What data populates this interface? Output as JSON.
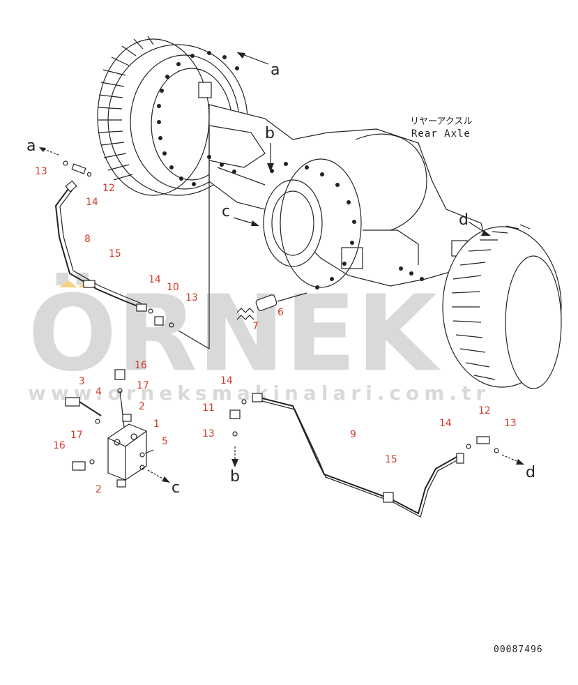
{
  "title_jp": "リヤーアクスル",
  "title_en": "Rear Axle",
  "watermark": {
    "brand": "ÖRNEK",
    "url": "www.orneksmakinalari.com.tr"
  },
  "drawing_number": "00087496",
  "letters": {
    "a": "a",
    "b": "b",
    "c": "c",
    "d": "d"
  },
  "callouts": {
    "n1": "1",
    "n2a": "2",
    "n2b": "2",
    "n3": "3",
    "n4": "4",
    "n5": "5",
    "n6": "6",
    "n7": "7",
    "n8": "8",
    "n9": "9",
    "n10": "10",
    "n11": "11",
    "n12a": "12",
    "n12b": "12",
    "n13a": "13",
    "n13b": "13",
    "n13c": "13",
    "n13d": "13",
    "n14a": "14",
    "n14b": "14",
    "n14c": "14",
    "n14d": "14",
    "n15a": "15",
    "n15b": "15",
    "n16a": "16",
    "n16b": "16",
    "n17a": "17",
    "n17b": "17"
  },
  "colors": {
    "callout": "#d23a2a",
    "line": "#222222",
    "watermark": "#d9d9d9",
    "watermark_accent": "#f2d27a"
  }
}
